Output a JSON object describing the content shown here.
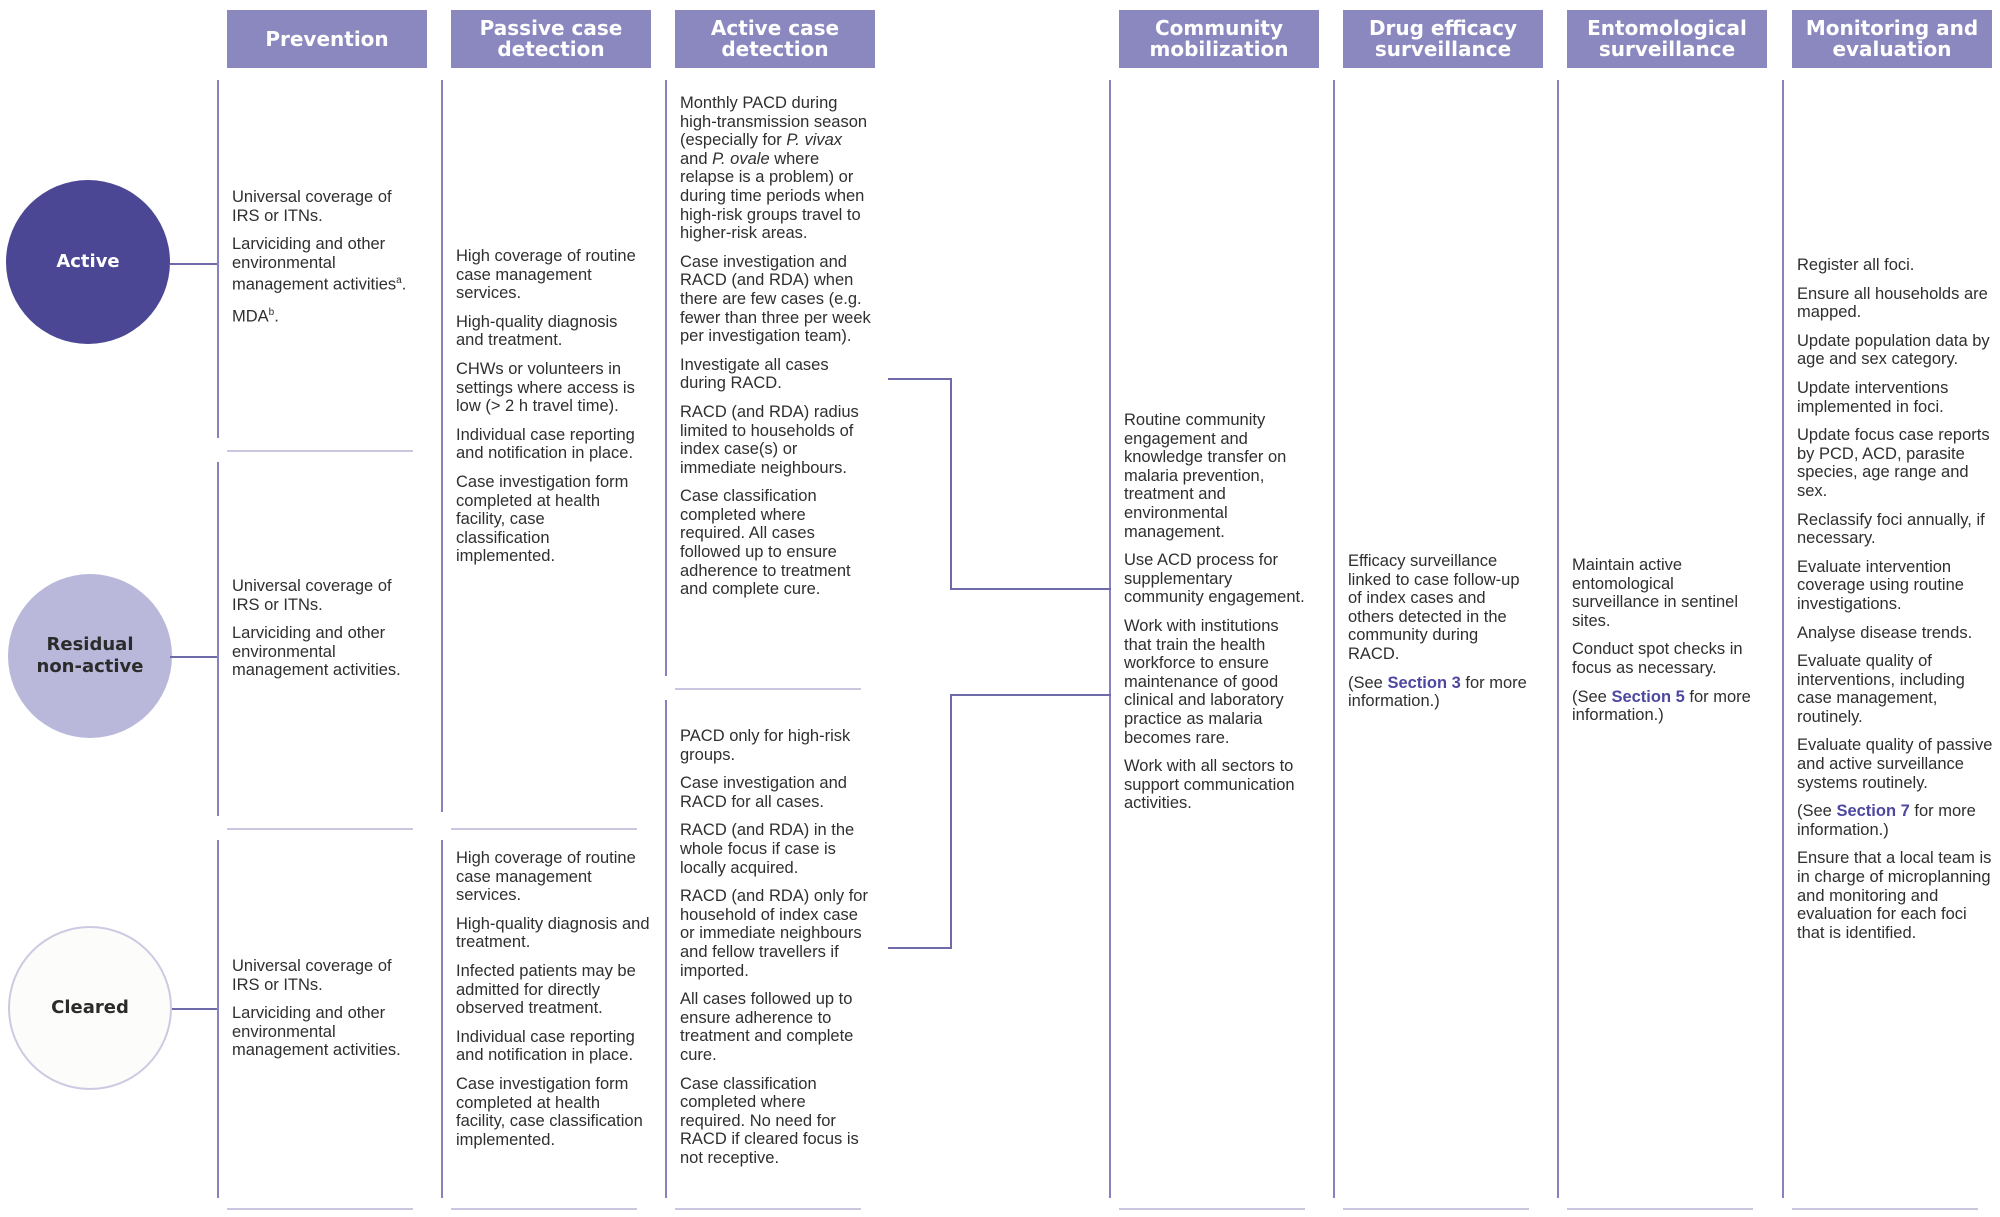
{
  "headers": {
    "prevention": "Prevention",
    "passive": "Passive case detection",
    "active": "Active case detection",
    "community": "Community mobilization",
    "drug": "Drug efficacy surveillance",
    "entomological": "Entomological surveillance",
    "monitoring": "Monitoring and evaluation"
  },
  "foci": {
    "active": "Active",
    "residual": "Residual non-active",
    "cleared": "Cleared"
  },
  "prevention": {
    "active": [
      "Universal coverage of IRS or ITNs.",
      "Larviciding and other environmental management activities",
      "MDA"
    ],
    "active_footnotes": [
      "a",
      "b"
    ],
    "residual": [
      "Universal coverage of IRS or ITNs.",
      "Larviciding and other environmental management activities."
    ],
    "cleared": [
      "Universal coverage of IRS or ITNs.",
      "Larviciding and other environmental management activities."
    ]
  },
  "passive": {
    "active_residual": [
      "High coverage of routine case management services.",
      "High-quality diagnosis and treatment.",
      "CHWs or volunteers in settings where access is low (> 2 h travel time).",
      "Individual case reporting and notification in place.",
      "Case investigation form completed at health facility, case classification implemented."
    ],
    "cleared": [
      "High coverage of routine case management services.",
      "High-quality diagnosis and treatment.",
      "Infected patients may be admitted for directly observed treatment.",
      "Individual case reporting and notification in place.",
      "Case investigation form completed at health facility, case classification implemented."
    ]
  },
  "active_detection": {
    "upper": {
      "p1_a": "Monthly PACD during high-transmission season (especially for",
      "p1_vivax": "P. vivax",
      "p1_and": "and",
      "p1_ovale": "P. ovale",
      "p1_b": "where relapse is a problem) or during time periods when high-risk groups travel to higher-risk areas.",
      "items": [
        "Case investigation and RACD (and RDA) when there are few cases (e.g. fewer than three per week per investigation team).",
        "Investigate all cases during RACD.",
        "RACD (and RDA) radius limited to households of index case(s) or immediate neighbours.",
        "Case classification completed where required. All cases followed up to ensure adherence to treatment and complete cure."
      ]
    },
    "lower": [
      "PACD only for high-risk groups.",
      "Case investigation and RACD for all cases.",
      "RACD (and RDA) in the whole focus if case is locally acquired.",
      "RACD (and RDA) only for household of index case or immediate neighbours and fellow travellers if imported.",
      "All cases followed up to ensure adherence to treatment and complete cure.",
      "Case classification completed where required. No need for RACD if cleared focus is not receptive."
    ]
  },
  "community": [
    "Routine community engagement and knowledge transfer on malaria prevention, treatment and environmental management.",
    "Use ACD process for supplementary community engagement.",
    "Work with institutions that train the health workforce to ensure maintenance of good clinical and laboratory practice as malaria becomes rare.",
    "Work with all sectors to support communication activities."
  ],
  "drug": {
    "text": "Efficacy surveillance linked to case follow-up of index cases and others detected in the community during RACD.",
    "see": "(See",
    "section": "Section 3",
    "more": "for more information.)"
  },
  "entomological": {
    "items": [
      "Maintain active entomological surveillance in sentinel sites.",
      "Conduct spot checks in focus as necessary."
    ],
    "see": "(See",
    "section": "Section 5",
    "more": "for more information.)"
  },
  "monitoring": {
    "items": [
      "Register all foci.",
      "Ensure all households are mapped.",
      "Update population data by age and sex category.",
      "Update interventions implemented in foci.",
      "Update focus case reports by PCD, ACD, parasite species, age range and sex.",
      "Reclassify foci annually, if necessary.",
      "Evaluate intervention coverage using routine investigations.",
      "Analyse disease trends.",
      "Evaluate quality of interventions, including case management, routinely.",
      "Evaluate quality of passive and active surveillance systems routinely."
    ],
    "see": "(See",
    "section": "Section 7",
    "more": "for more information.)",
    "last": "Ensure that a local team is in charge of microplanning and monitoring and evaluation for each foci that is identified."
  },
  "colors": {
    "header_bg": "#8b88bf",
    "active_circle": "#4b4794",
    "residual_circle": "#b9b8da",
    "cleared_circle": "#fcfcfa",
    "section_link": "#4d47a0"
  }
}
